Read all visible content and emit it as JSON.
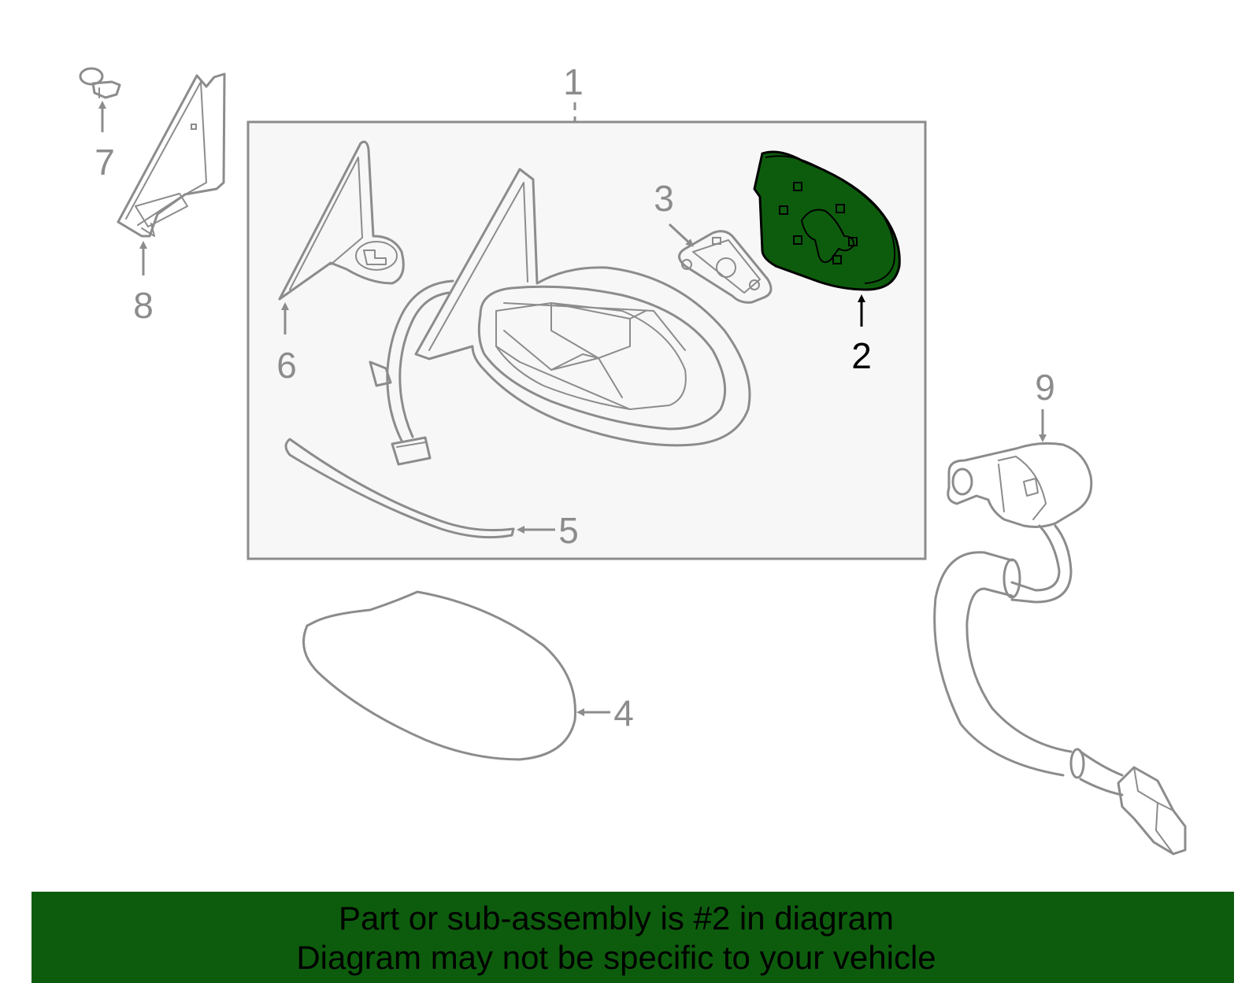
{
  "callouts": {
    "c1": "1",
    "c2": "2",
    "c3": "3",
    "c4": "4",
    "c5": "5",
    "c6": "6",
    "c7": "7",
    "c8": "8",
    "c9": "9"
  },
  "highlighted_part": "2",
  "colors": {
    "highlight_fill": "#0d5c0d",
    "line_gray": "#8c8c8c",
    "assembly_box_bg": "#f7f7f7",
    "banner_bg": "#0d5c0d"
  },
  "banner": {
    "line1": "Part or sub-assembly is #2 in diagram",
    "line2": "Diagram may not be specific to your vehicle"
  }
}
